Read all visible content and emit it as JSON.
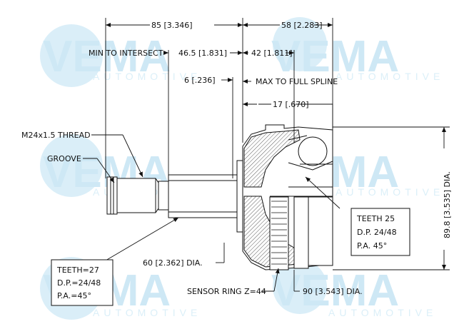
{
  "watermark": {
    "brand": "VEMA",
    "sub": "AUTOMOTIVE",
    "color": "#c9e6f5"
  },
  "dimensions": {
    "overall_left": "85 [3.346]",
    "overall_right": "58 [2.283]",
    "min_to_intersect_label": "MIN TO INTERSECT",
    "min_to_intersect": "46.5 [1.831]",
    "max_to_full_spline_value": "42 [1.811]",
    "max_to_full_spline_label": "MAX TO FULL SPLINE",
    "groove_offset": "6 [.236]",
    "outer_offset": "17 [.670]",
    "thread": "M24x1.5 THREAD",
    "groove": "GROOVE",
    "shaft_dia": "60 [2.362] DIA.",
    "sensor_ring": "SENSOR RING Z=44",
    "body_dia": "90 [3.543] DIA.",
    "outer_dia": "89.8 [3.535] DIA."
  },
  "spec_left": {
    "teeth": "TEETH=27",
    "dp": "D.P.=24/48",
    "pa": "P.A.=45°"
  },
  "spec_right": {
    "teeth": "TEETH 25",
    "dp": "D.P. 24/48",
    "pa": "P.A. 45°"
  }
}
